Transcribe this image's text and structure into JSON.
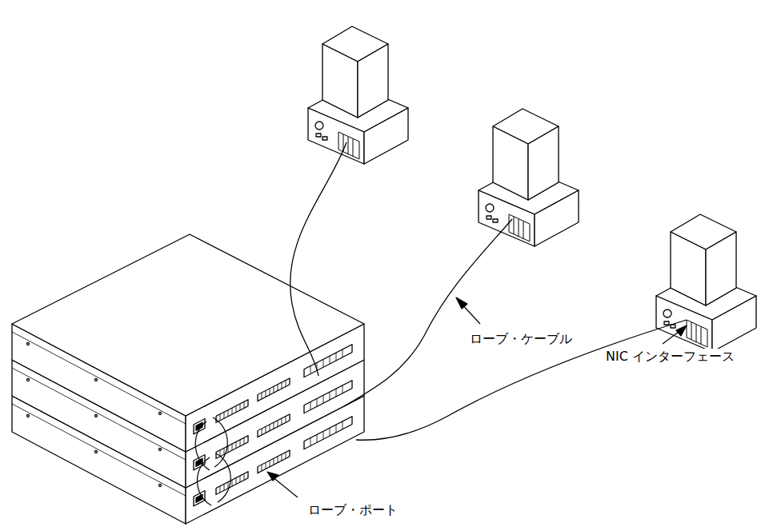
{
  "diagram": {
    "labels": [
      "ローブ・ケーブル",
      "NIC インターフェース",
      "ローブ・ポート"
    ]
  }
}
